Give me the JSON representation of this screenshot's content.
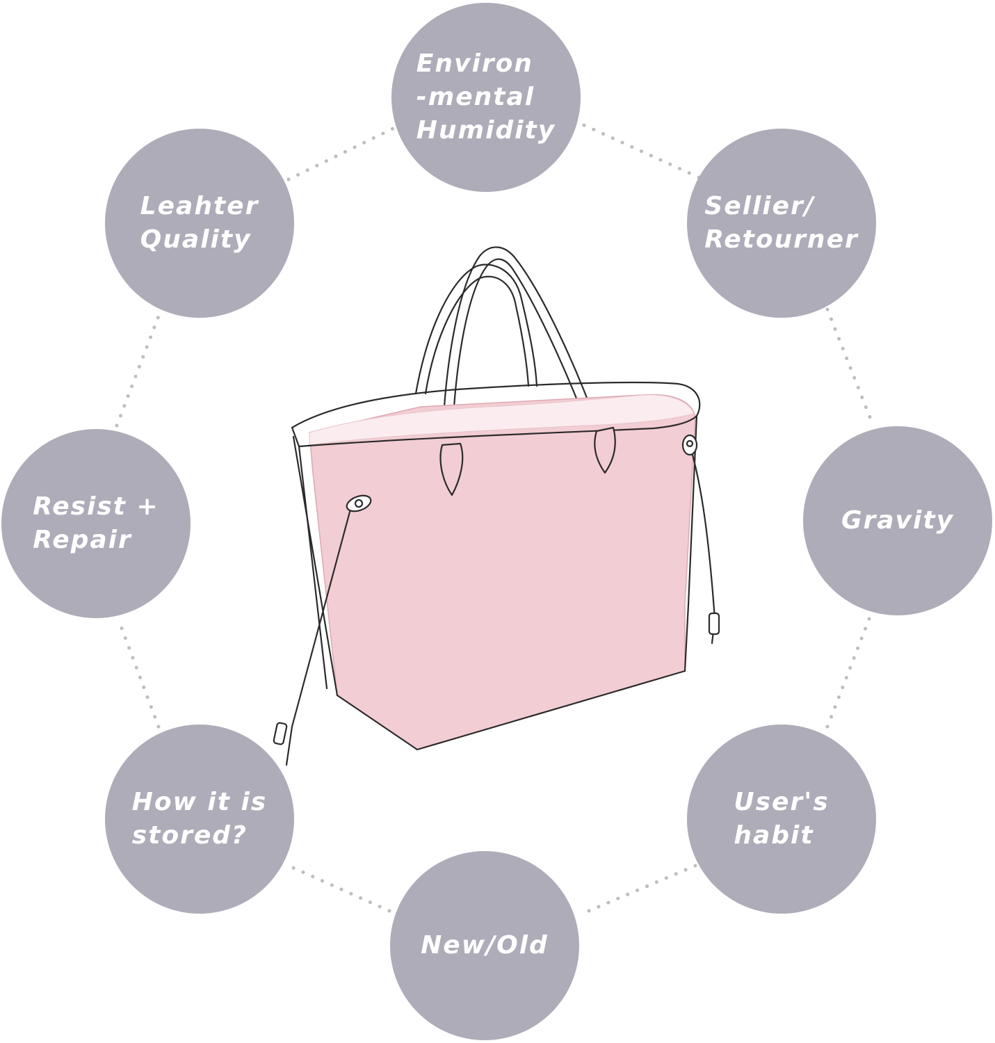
{
  "diagram": {
    "center_image": "tote bag with pink shaper insert",
    "connector_style": "dotted",
    "colors": {
      "circle": "#aeacb8",
      "circle_text": "#ffffff",
      "connector": "#bdbdbd",
      "insert_pink": "#f2cdd3",
      "outline": "#2a2a2a"
    },
    "factors": [
      {
        "id": "humidity",
        "label": "Environ\n-mental\nHumidity"
      },
      {
        "id": "artisan",
        "label": "Sellier/\nRetourner"
      },
      {
        "id": "gravity",
        "label": "Gravity"
      },
      {
        "id": "habit",
        "label": "User's\nhabit"
      },
      {
        "id": "age",
        "label": "New/Old"
      },
      {
        "id": "storage",
        "label": "How it is\nstored?"
      },
      {
        "id": "repair",
        "label": "Resist +\nRepair"
      },
      {
        "id": "quality",
        "label": "Leahter\nQuality"
      }
    ]
  }
}
